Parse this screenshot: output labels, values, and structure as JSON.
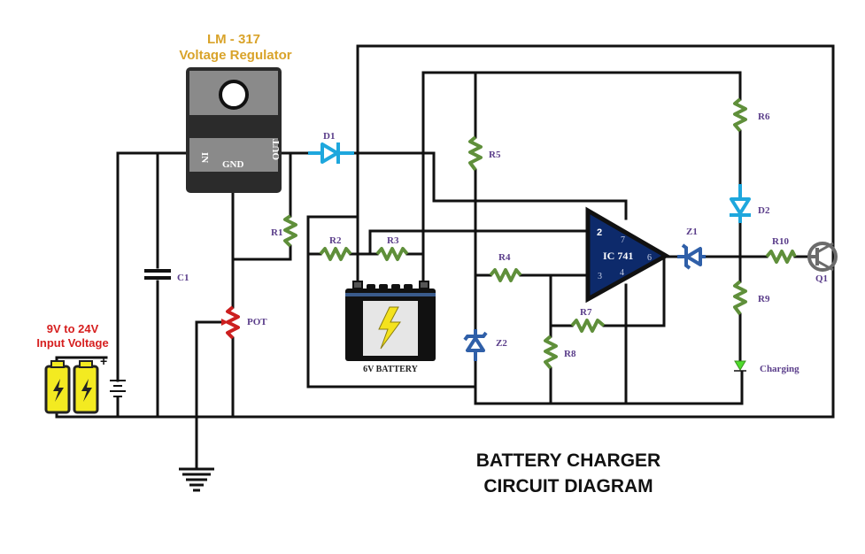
{
  "title": {
    "line1": "BATTERY CHARGER",
    "line2": "CIRCUIT DIAGRAM"
  },
  "regulator": {
    "name": "LM - 317",
    "subtitle": "Voltage Regulator",
    "pin_in": "IN",
    "pin_gnd": "GND",
    "pin_out": "OUT"
  },
  "input": {
    "line1": "9V to 24V",
    "line2": "Input Voltage",
    "plus": "+",
    "minus": "-"
  },
  "battery": {
    "label": "6V BATTERY"
  },
  "opamp": {
    "label": "IC 741",
    "pins": {
      "p2": "2",
      "p3": "3",
      "p4": "4",
      "p6": "6",
      "p7": "7"
    }
  },
  "components": {
    "C1": "C1",
    "R1": "R1",
    "R2": "R2",
    "R3": "R3",
    "R4": "R4",
    "R5": "R5",
    "R6": "R6",
    "R7": "R7",
    "R8": "R8",
    "R9": "R9",
    "R10": "R10",
    "POT": "POT",
    "D1": "D1",
    "D2": "D2",
    "Z1": "Z1",
    "Z2": "Z2",
    "Q1": "Q1",
    "LED": "Charging"
  },
  "colors": {
    "wire": "#111111",
    "resistor": "#5f8f3a",
    "pot": "#cc1f1f",
    "diode": "#1ea7dd",
    "zener": "#2f5fa8",
    "opamp": "#0d2a6b",
    "led": "#4fdc2c",
    "transistor": "#6b6b6b",
    "label": "#5a3d8a",
    "title_orange": "#d9a32a",
    "input_red": "#d61f1f"
  }
}
